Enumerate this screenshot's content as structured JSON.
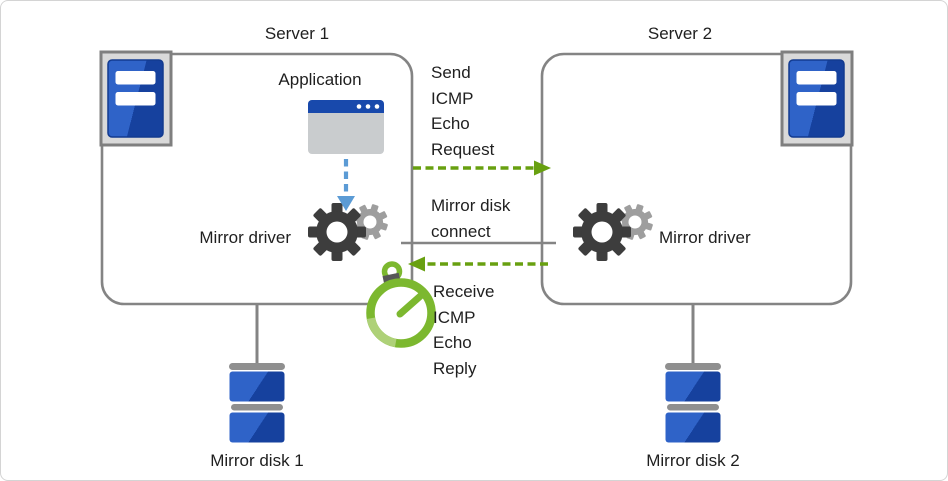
{
  "server1": {
    "title": "Server 1",
    "application_label": "Application",
    "mirror_driver_label": "Mirror driver",
    "disk_label": "Mirror disk 1"
  },
  "server2": {
    "title": "Server 2",
    "mirror_driver_label": "Mirror driver",
    "disk_label": "Mirror disk 2"
  },
  "flows": {
    "send_icmp": "Send\nICMP\nEcho\nRequest",
    "mirror_disk_connect": "Mirror disk\nconnect",
    "receive_icmp": "Receive\nICMP\nEcho\nReply"
  },
  "colors": {
    "arrow_green": "#68a010",
    "stopwatch_green": "#7cb82f",
    "stopwatch_light_green": "#aed178",
    "app_arrow_blue": "#5b9bd5",
    "window_titlebar_blue": "#1849ac",
    "window_body_gray": "#c9ccce",
    "icon_blue_light": "#2f63c8",
    "icon_blue_dark": "#16419e",
    "outline_gray": "#848484",
    "gear_dark": "#3d3d3d",
    "gear_light": "#9e9e9e",
    "disk_cap_gray": "#8f8f8f"
  }
}
